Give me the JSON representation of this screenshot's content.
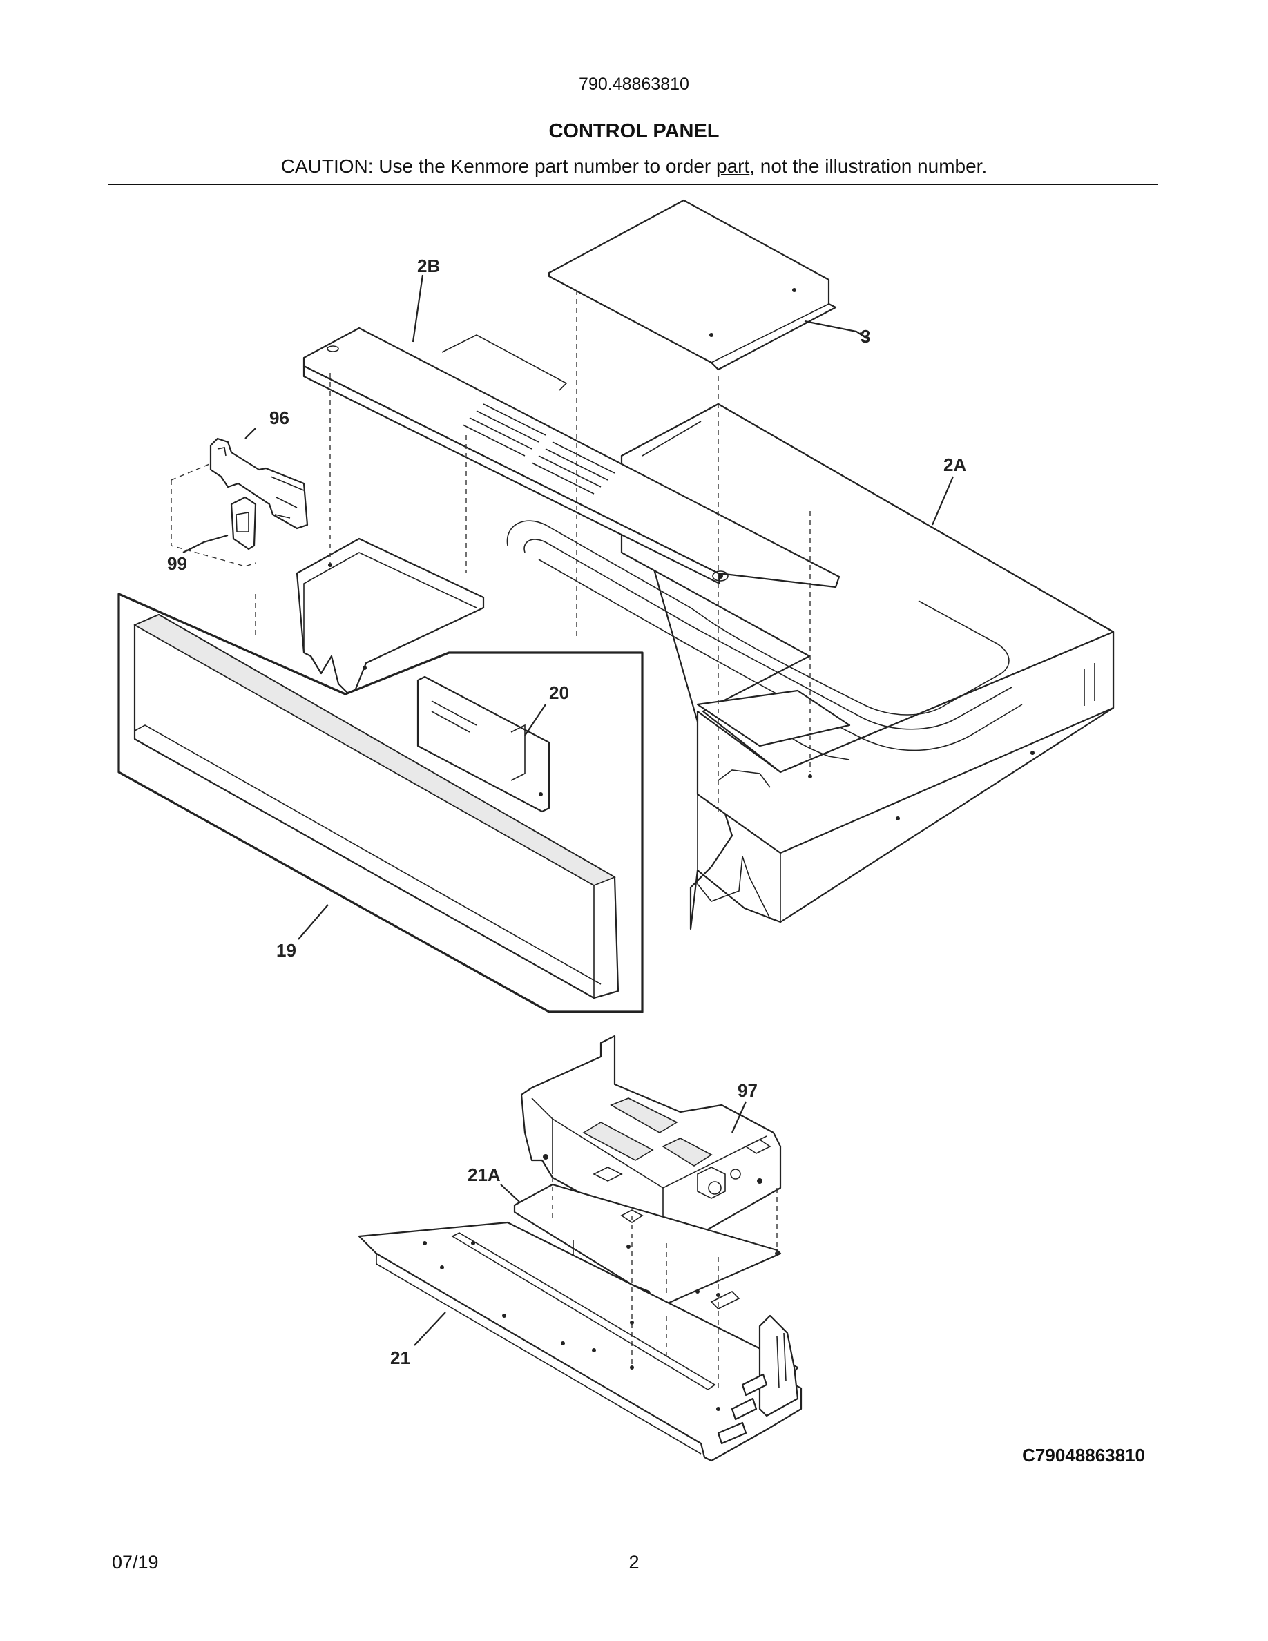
{
  "header": {
    "model_number": "790.48863810",
    "title": "CONTROL PANEL",
    "caution_prefix": "CAUTION: Use the Kenmore part number to order ",
    "caution_underlined": "part",
    "caution_suffix": ", not the illustration number."
  },
  "callouts": {
    "c2b": "2B",
    "c3": "3",
    "c96": "96",
    "c2a": "2A",
    "c99": "99",
    "c20": "20",
    "c19": "19",
    "c97": "97",
    "c21a": "21A",
    "c21": "21"
  },
  "footer": {
    "diagram_code": "C79048863810",
    "date": "07/19",
    "page": "2"
  }
}
